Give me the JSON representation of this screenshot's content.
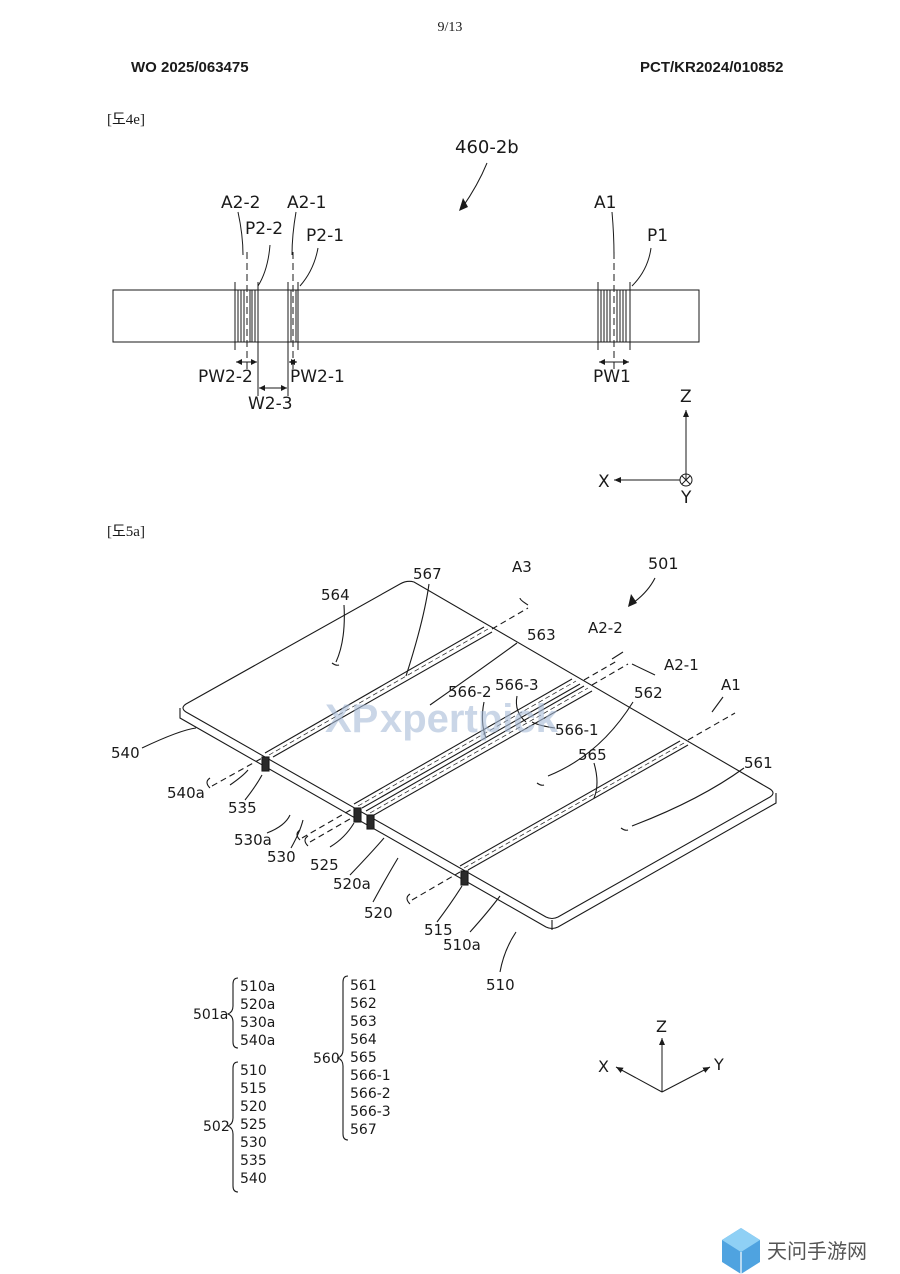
{
  "header": {
    "page_number": "9/13",
    "publication_number": "WO 2025/063475",
    "application_number": "PCT/KR2024/010852"
  },
  "fig4e": {
    "tag": "[도4e]",
    "ref": "460-2b",
    "labels": {
      "a2_2": "A2-2",
      "a2_1": "A2-1",
      "a1": "A1",
      "p2_2": "P2-2",
      "p2_1": "P2-1",
      "p1": "P1",
      "pw2_2": "PW2-2",
      "pw2_1": "PW2-1",
      "pw1": "PW1",
      "w2_3": "W2-3"
    },
    "axes": {
      "z": "Z",
      "x": "X",
      "y": "Y"
    }
  },
  "fig5a": {
    "tag": "[도5a]",
    "ref": "501",
    "labels": {
      "l567": "567",
      "la3": "A3",
      "l564": "564",
      "l563": "563",
      "la2_2": "A2-2",
      "la2_1": "A2-1",
      "l566_2": "566-2",
      "l566_3": "566-3",
      "l562": "562",
      "la1": "A1",
      "l566_1": "566-1",
      "l540": "540",
      "l565": "565",
      "l561": "561",
      "l540a": "540a",
      "l535": "535",
      "l530a": "530a",
      "l530": "530",
      "l525": "525",
      "l520a": "520a",
      "l520": "520",
      "l515": "515",
      "l510a": "510a",
      "l510": "510"
    },
    "legend": {
      "group_501a": {
        "label": "501a",
        "items": [
          "510a",
          "520a",
          "530a",
          "540a"
        ]
      },
      "group_502": {
        "label": "502",
        "items": [
          "510",
          "515",
          "520",
          "525",
          "530",
          "535",
          "540"
        ]
      },
      "group_560": {
        "label": "560",
        "items": [
          "561",
          "562",
          "563",
          "564",
          "565",
          "566-1",
          "566-2",
          "566-3",
          "567"
        ]
      }
    },
    "axes": {
      "z": "Z",
      "x": "X",
      "y": "Y"
    }
  },
  "watermark": {
    "text": "xpertpick",
    "logo_text": "XP",
    "site_text": "天问手游网"
  }
}
